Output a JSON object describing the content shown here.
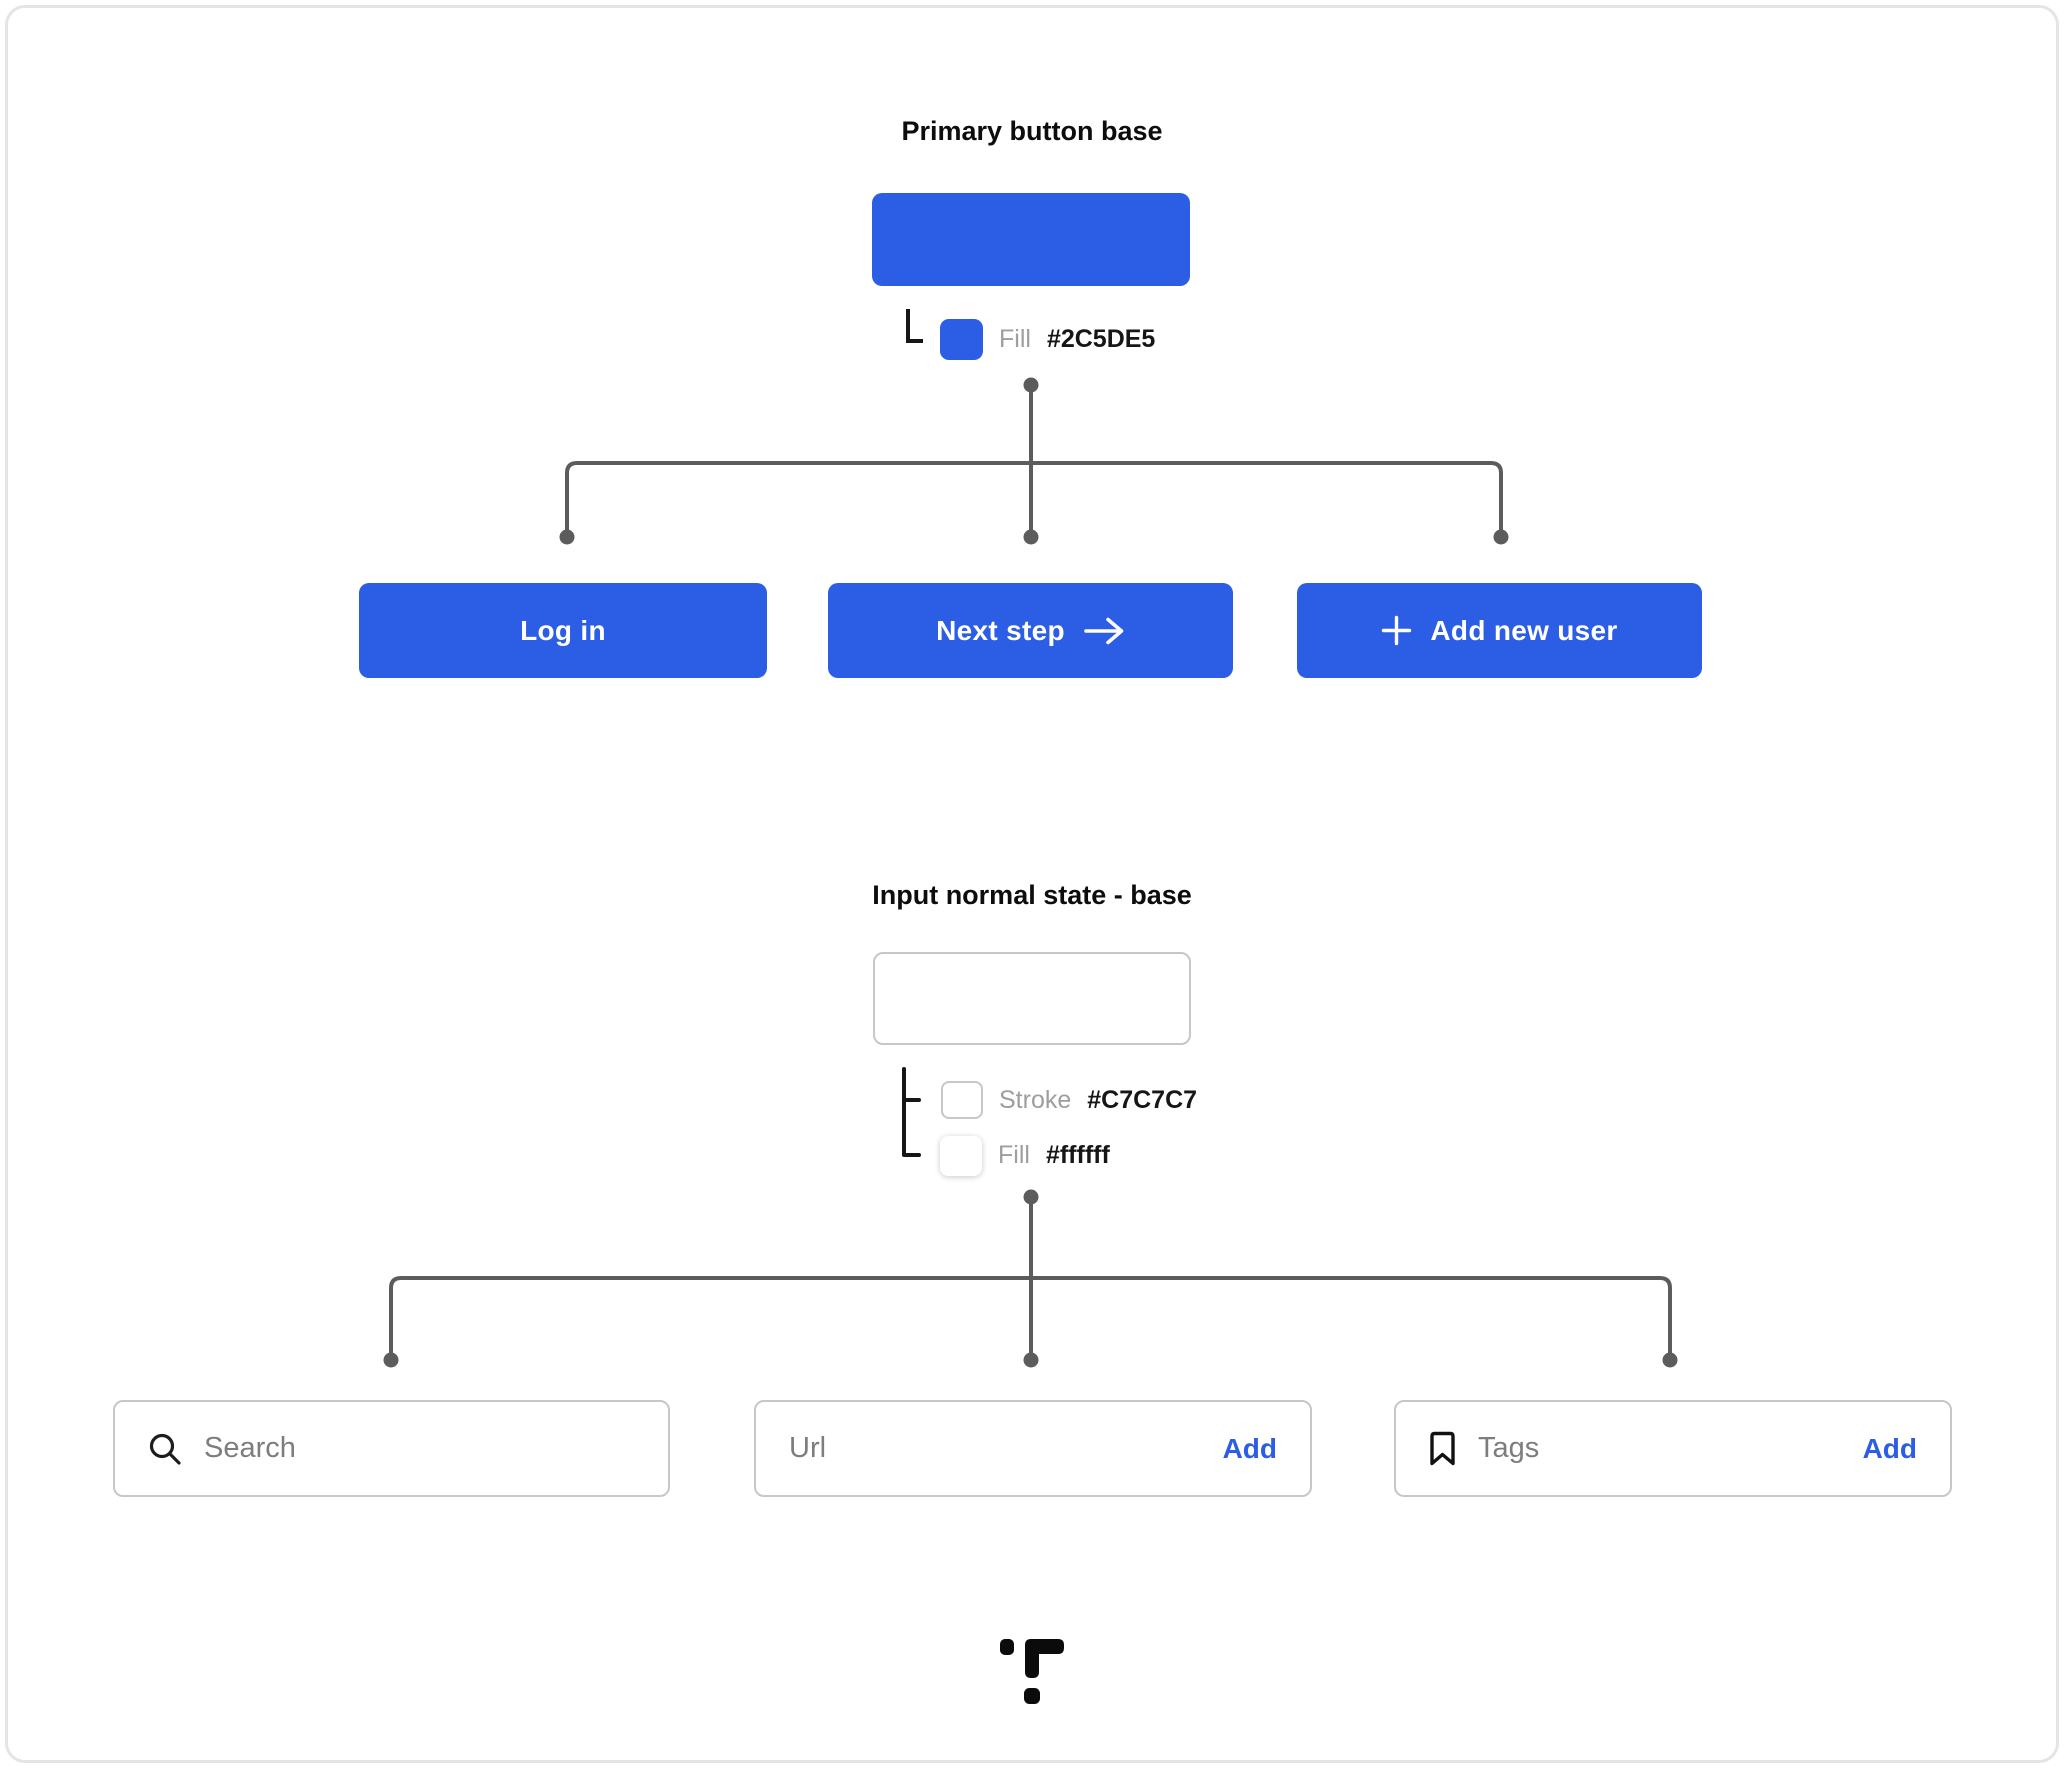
{
  "colors": {
    "primary_blue": "#2C5DE5",
    "input_stroke_gray": "#C7C7C7",
    "input_fill_white": "#ffffff",
    "connector_gray": "#5C5C5C"
  },
  "primary_section": {
    "title": "Primary button base",
    "annotation": {
      "label": "Fill",
      "value": "#2C5DE5"
    },
    "buttons": [
      {
        "label": "Log in"
      },
      {
        "label": "Next step",
        "icon": "arrow-right-icon"
      },
      {
        "label": "Add new user",
        "icon": "plus-icon"
      }
    ]
  },
  "input_section": {
    "title": "Input normal state - base",
    "annotations": [
      {
        "label": "Stroke",
        "value": "#C7C7C7"
      },
      {
        "label": "Fill",
        "value": "#ffffff"
      }
    ],
    "fields": [
      {
        "placeholder": "Search",
        "icon": "search-icon"
      },
      {
        "placeholder": "Url",
        "action": "Add"
      },
      {
        "placeholder": "Tags",
        "icon": "bookmark-icon",
        "action": "Add"
      }
    ]
  }
}
